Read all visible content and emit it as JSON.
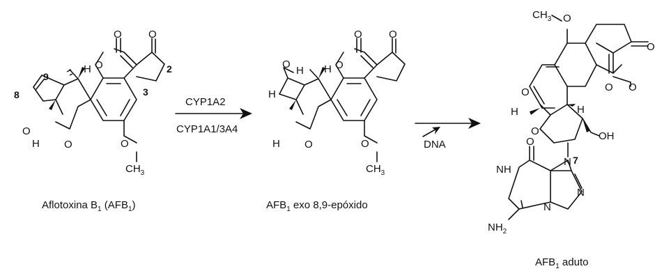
{
  "compounds": {
    "afb1": {
      "caption_pre": "Aflotoxina B",
      "caption_sub1": "1",
      "caption_mid": " (AFB",
      "caption_sub2": "1",
      "caption_post": ")",
      "atom_O": "O",
      "atom_H": "H",
      "atom_CH": "CH",
      "atom_3": "3",
      "pos_8": "8",
      "pos_9": "9",
      "pos_2": "2",
      "pos_3": "3"
    },
    "epoxide": {
      "caption_pre": "AFB",
      "caption_sub": "1",
      "caption_post": " exo 8,9-epóxido"
    },
    "adduct": {
      "caption_pre": "AFB",
      "caption_sub": "1",
      "caption_post": " aduto",
      "atom_OH": "OH",
      "atom_NH": "NH",
      "atom_N": "N",
      "atom_NH2_pre": "NH",
      "atom_NH2_sub": "2",
      "pos_7": "7"
    }
  },
  "reactions": {
    "step1": {
      "enzyme_top": "CYP1A2",
      "enzyme_bottom": "CYP1A1/3A4"
    },
    "step2": {
      "reagent": "DNA"
    }
  }
}
